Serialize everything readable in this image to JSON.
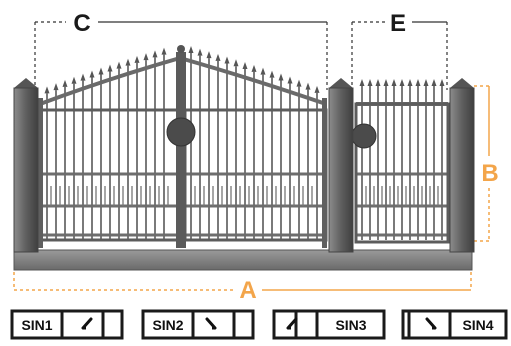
{
  "dimensions": {
    "a": "A",
    "b": "B",
    "c": "C",
    "e": "E"
  },
  "variants": [
    {
      "code": "SIN1",
      "code_side": "left",
      "swing": "up-left"
    },
    {
      "code": "SIN2",
      "code_side": "left",
      "swing": "down-right"
    },
    {
      "code": "SIN3",
      "code_side": "right",
      "swing": "up-left"
    },
    {
      "code": "SIN4",
      "code_side": "right",
      "swing": "down-right"
    }
  ],
  "colors": {
    "accent": "#f3a54a",
    "dimension_line_dark": "#333333",
    "frame": "#757575",
    "frame_dark": "#4d4d4d",
    "bars": "#6e6e6e"
  }
}
